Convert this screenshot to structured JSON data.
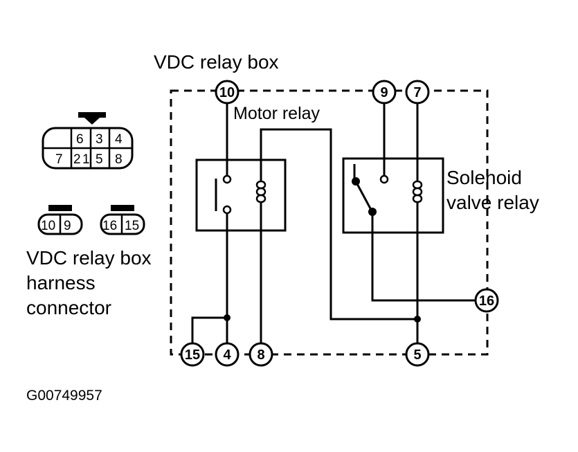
{
  "title": "VDC relay box",
  "motor_relay_label": "Motor relay",
  "solenoid_relay_label": [
    "Solenoid",
    "valve relay"
  ],
  "harness_caption": [
    "VDC relay box",
    "harness",
    "connector"
  ],
  "figure_id": "G00749957",
  "relay_box_terminals": [
    "10",
    "9",
    "7",
    "16",
    "15",
    "4",
    "8",
    "5"
  ],
  "main_connector_cells": {
    "top_row": [
      "6",
      "3",
      "4"
    ],
    "bottom_row": [
      "7",
      "2",
      "1",
      "5",
      "8"
    ]
  },
  "small_connectors": [
    {
      "pins": [
        "10",
        "9"
      ]
    },
    {
      "pins": [
        "16",
        "15"
      ]
    }
  ]
}
